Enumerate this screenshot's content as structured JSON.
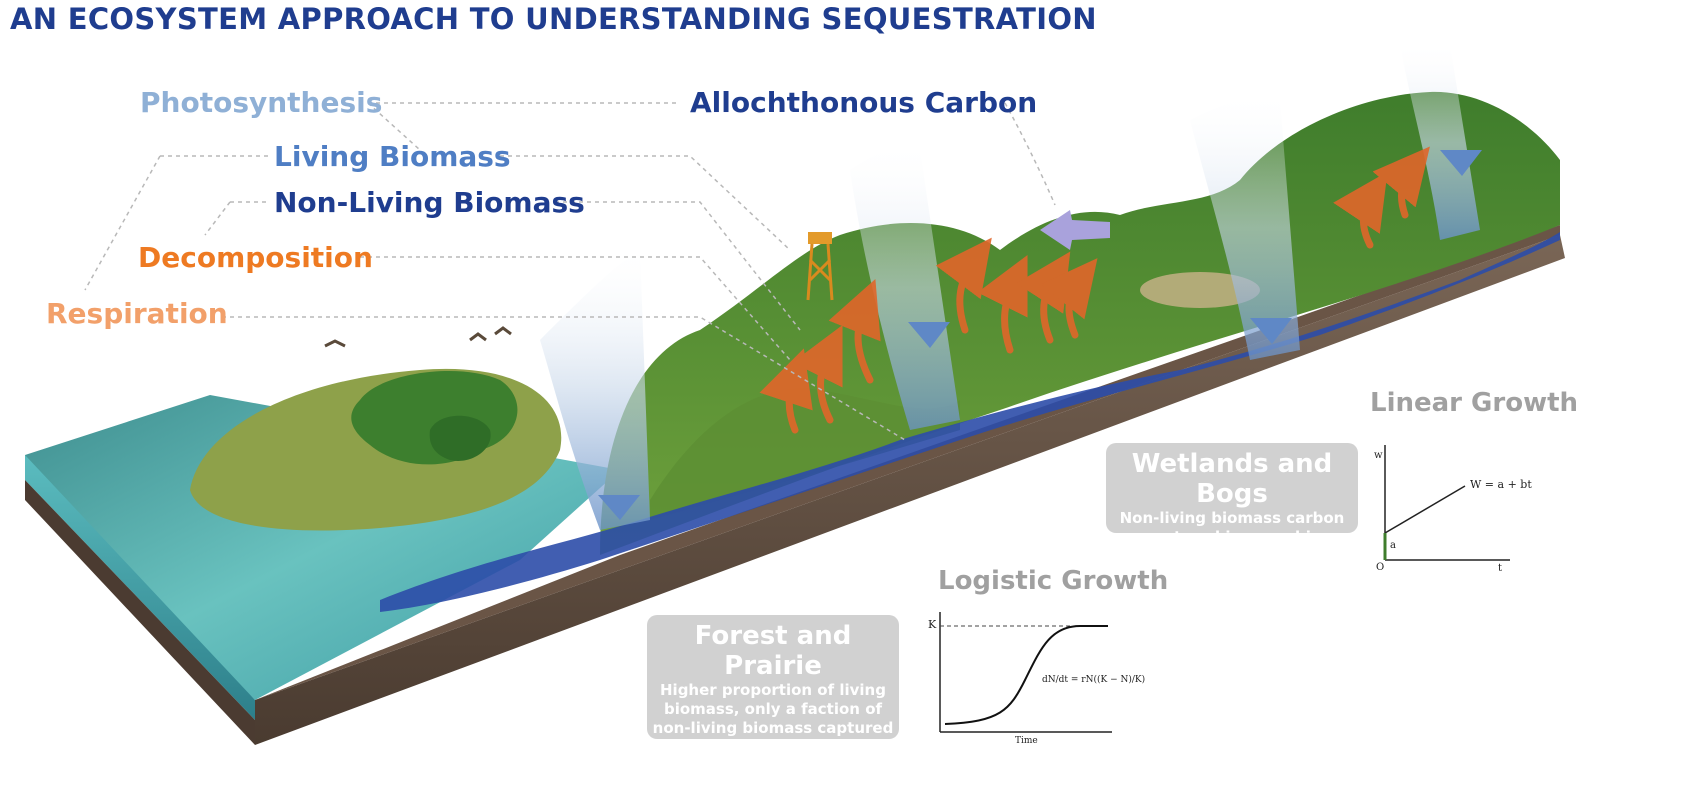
{
  "title": "AN ECOSYSTEM APPROACH TO UNDERSTANDING SEQUESTRATION",
  "labels": {
    "photosynthesis": "Photosynthesis",
    "allochthonous": "Allochthonous Carbon",
    "living_biomass": "Living Biomass",
    "non_living_biomass": "Non-Living Biomass",
    "decomposition": "Decomposition",
    "respiration": "Respiration"
  },
  "colors": {
    "title": "#1f3d8f",
    "photosynthesis": "#8fb0d6",
    "living_biomass": "#4f7ec4",
    "non_living_biomass": "#1f3d8f",
    "allochthonous": "#1f3d8f",
    "decomposition": "#ee7a22",
    "respiration": "#f2a06a",
    "info_box": "#cdcdcd",
    "graph_title": "#a0a0a0"
  },
  "boxes": {
    "forest": {
      "heading": "Forest and Prairie",
      "body": "Higher proportion of living\nbiomass, only a faction of\nnon-living biomass captured\nin soils"
    },
    "wetlands": {
      "heading": "Wetlands and Bogs",
      "body": "Non-living biomass carbon\ncaptured in anerobic  sediments"
    }
  },
  "graphs": {
    "logistic": {
      "title": "Logistic Growth",
      "y_label": "K",
      "x_label": "Time",
      "equation": "dN/dt = rN((K − N)/K)"
    },
    "linear": {
      "title": "Linear Growth",
      "y_label": "w",
      "x_label": "t",
      "origin": "O",
      "intercept": "a",
      "equation": "W = a + bt"
    }
  }
}
